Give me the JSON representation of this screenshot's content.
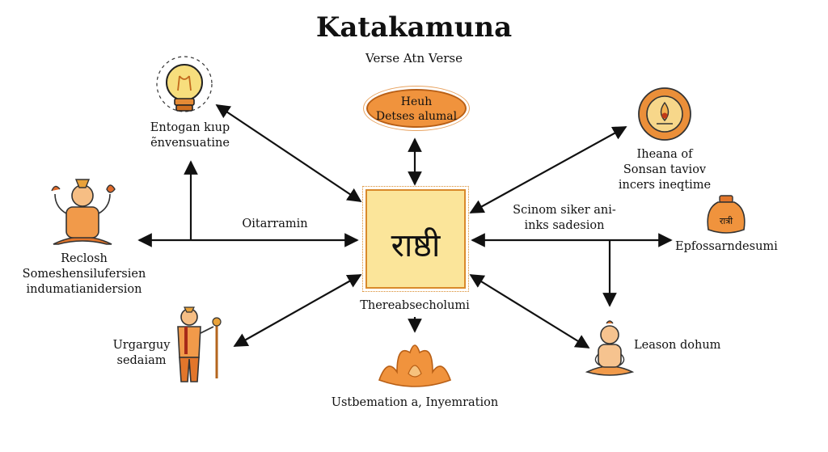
{
  "title": "Katakamuna",
  "subtitle": "Verse Atn Verse",
  "center": {
    "glyph": "राष्ठी"
  },
  "top_oval": {
    "line1": "Heuh",
    "line2": "Detses alumal"
  },
  "nodes": {
    "top_left": {
      "line1": "Entogan kıup",
      "line2": "ẽnvensuatine"
    },
    "left": {
      "line1": "Reclosh",
      "line2": "Someshensilufersien",
      "line3": "indumatianidersion"
    },
    "bottom_left": {
      "line1": "Urgarguy",
      "line2": "sedaiam"
    },
    "top_right": {
      "line1": "Iheana of",
      "line2": "Sonsan taviov",
      "line3": "incers ineqtime"
    },
    "right": {
      "label": "Epfossarndesumi",
      "pot_glyph": "रात्री"
    },
    "bottom_right": {
      "label": "Leason dohum"
    }
  },
  "edge_labels": {
    "left_line": "Oitarramin",
    "right_line_1": "Scinom siker ani-",
    "right_line_2": "inks sadesion",
    "below_center": "Thereabsecholumi",
    "bottom": "Ustbemation a, Inyemration"
  },
  "colors": {
    "accent_orange": "#f0933d",
    "deep_orange": "#e07b26",
    "box_fill": "#fbe59a",
    "line": "#111111"
  }
}
